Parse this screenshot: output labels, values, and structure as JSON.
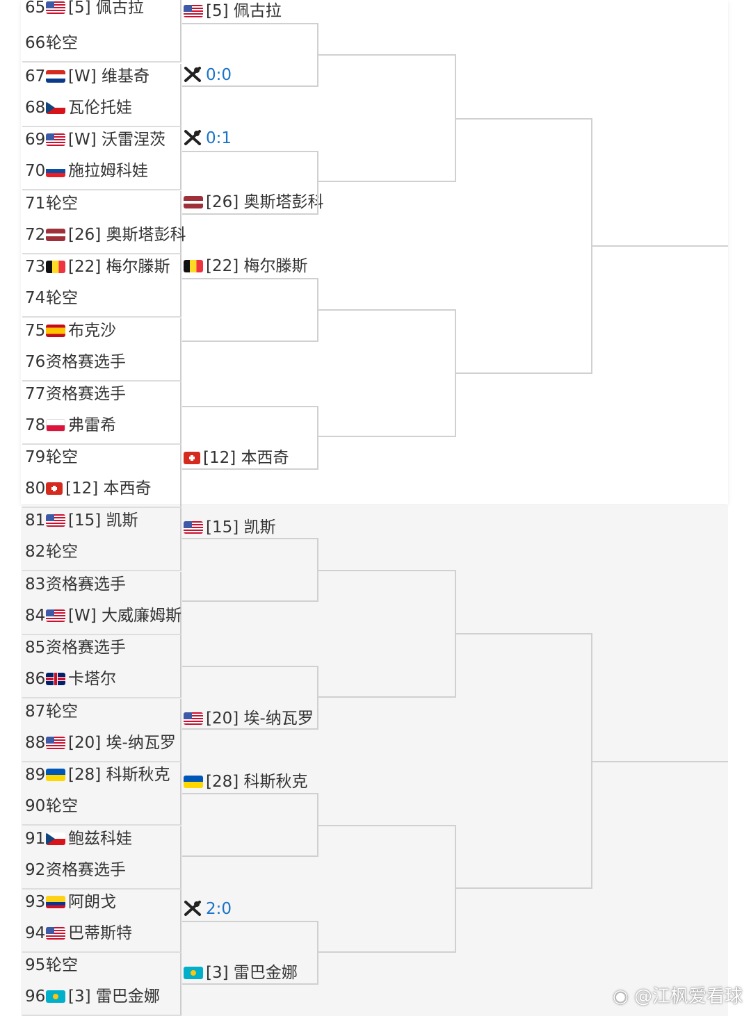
{
  "round1": [
    {
      "num": "65",
      "flag": "us",
      "label": "[5] 佩古拉"
    },
    {
      "num": "66",
      "flag": "",
      "label": "轮空"
    },
    {
      "num": "67",
      "flag": "hr",
      "label": "[W] 维基奇"
    },
    {
      "num": "68",
      "flag": "cz",
      "label": "瓦伦托娃"
    },
    {
      "num": "69",
      "flag": "us",
      "label": "[W] 沃雷涅茨"
    },
    {
      "num": "70",
      "flag": "sk",
      "label": "施拉姆科娃"
    },
    {
      "num": "71",
      "flag": "",
      "label": "轮空"
    },
    {
      "num": "72",
      "flag": "lv",
      "label": "[26] 奥斯塔彭科"
    },
    {
      "num": "73",
      "flag": "be",
      "label": "[22] 梅尔滕斯"
    },
    {
      "num": "74",
      "flag": "",
      "label": "轮空"
    },
    {
      "num": "75",
      "flag": "es",
      "label": "布克沙"
    },
    {
      "num": "76",
      "flag": "",
      "label": "资格赛选手"
    },
    {
      "num": "77",
      "flag": "",
      "label": "资格赛选手"
    },
    {
      "num": "78",
      "flag": "pl",
      "label": "弗雷希"
    },
    {
      "num": "79",
      "flag": "",
      "label": "轮空"
    },
    {
      "num": "80",
      "flag": "ch",
      "label": "[12] 本西奇"
    },
    {
      "num": "81",
      "flag": "us",
      "label": "[15] 凯斯"
    },
    {
      "num": "82",
      "flag": "",
      "label": "轮空"
    },
    {
      "num": "83",
      "flag": "",
      "label": "资格赛选手"
    },
    {
      "num": "84",
      "flag": "us",
      "label": "[W] 大威廉姆斯"
    },
    {
      "num": "85",
      "flag": "",
      "label": "资格赛选手"
    },
    {
      "num": "86",
      "flag": "gb",
      "label": "卡塔尔"
    },
    {
      "num": "87",
      "flag": "",
      "label": "轮空"
    },
    {
      "num": "88",
      "flag": "us",
      "label": "[20] 埃-纳瓦罗"
    },
    {
      "num": "89",
      "flag": "ua",
      "label": "[28] 科斯秋克"
    },
    {
      "num": "90",
      "flag": "",
      "label": "轮空"
    },
    {
      "num": "91",
      "flag": "cz",
      "label": "鲍兹科娃"
    },
    {
      "num": "92",
      "flag": "",
      "label": "资格赛选手"
    },
    {
      "num": "93",
      "flag": "co",
      "label": "阿朗戈"
    },
    {
      "num": "94",
      "flag": "us",
      "label": "巴蒂斯特"
    },
    {
      "num": "95",
      "flag": "",
      "label": "轮空"
    },
    {
      "num": "96",
      "flag": "kz",
      "label": "[3] 雷巴金娜"
    }
  ],
  "round2": [
    {
      "type": "player",
      "flag": "us",
      "label": "[5] 佩古拉"
    },
    {
      "type": "score",
      "score": "0:0"
    },
    {
      "type": "score",
      "score": "0:1"
    },
    {
      "type": "player",
      "flag": "lv",
      "label": "[26] 奥斯塔彭科"
    },
    {
      "type": "player",
      "flag": "be",
      "label": "[22] 梅尔滕斯"
    },
    {
      "type": "empty"
    },
    {
      "type": "empty"
    },
    {
      "type": "player",
      "flag": "ch",
      "label": "[12] 本西奇"
    },
    {
      "type": "player",
      "flag": "us",
      "label": "[15] 凯斯"
    },
    {
      "type": "empty"
    },
    {
      "type": "empty"
    },
    {
      "type": "player",
      "flag": "us",
      "label": "[20] 埃-纳瓦罗"
    },
    {
      "type": "player",
      "flag": "ua",
      "label": "[28] 科斯秋克"
    },
    {
      "type": "empty"
    },
    {
      "type": "score",
      "score": "2:0"
    },
    {
      "type": "player",
      "flag": "kz",
      "label": "[3] 雷巴金娜"
    }
  ],
  "watermark": "@江枫爱看球",
  "icons": {
    "live_score": "crossed-rackets-icon",
    "watermark": "weibo-icon"
  }
}
